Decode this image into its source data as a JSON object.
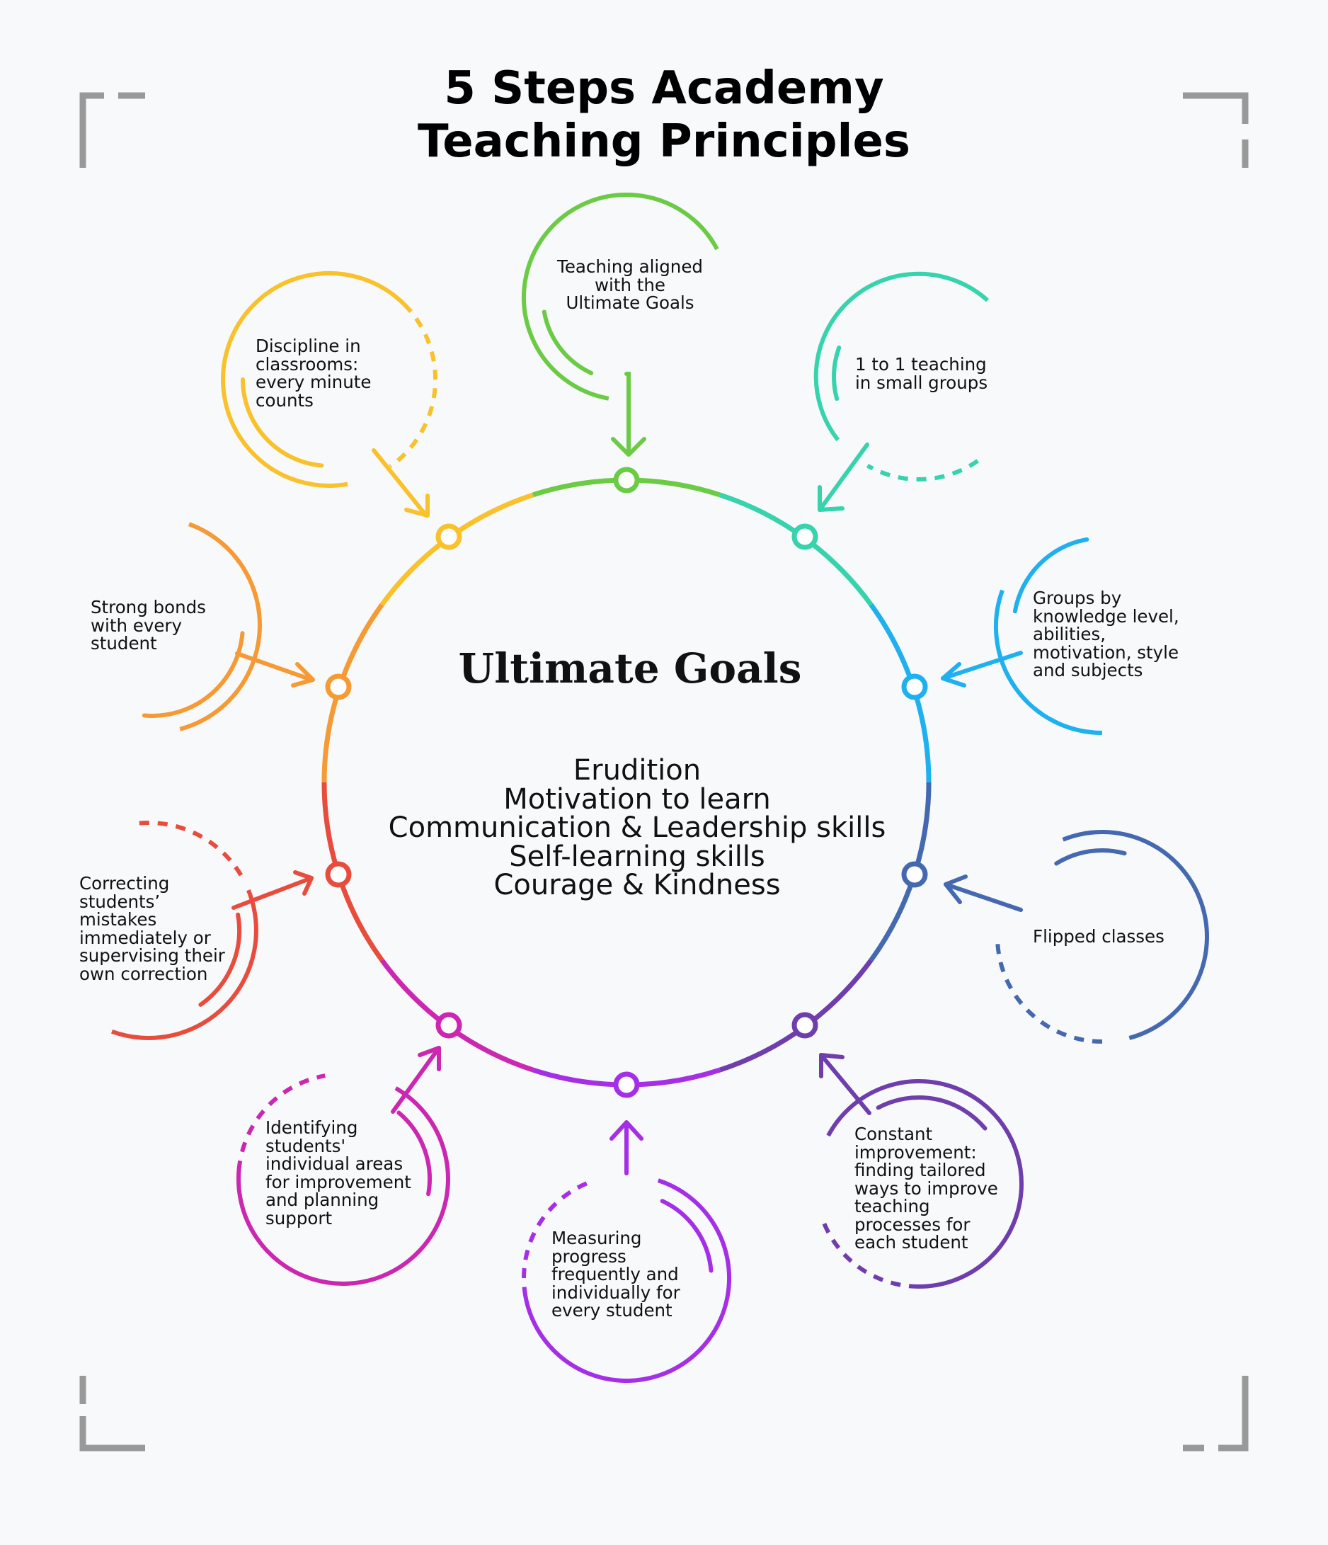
{
  "title": {
    "line1": "5 Steps Academy",
    "line2": "Teaching Principles"
  },
  "center": {
    "heading": "Ultimate Goals",
    "goals": [
      "Erudition",
      "Motivation to learn",
      "Communication & Leadership skills",
      "Self-learning skills",
      "Courage & Kindness"
    ]
  },
  "principles": [
    {
      "text": "Teaching aligned\nwith the\nUltimate Goals",
      "color": "#6ccb45"
    },
    {
      "text": "1 to 1 teaching\nin small groups",
      "color": "#36d3ad"
    },
    {
      "text": "Groups by\nknowledge level,\nabilities,\nmotivation, style\nand subjects",
      "color": "#1fb0f0"
    },
    {
      "text": "Flipped classes",
      "color": "#4569b1"
    },
    {
      "text": "Constant\nimprovement:\nfinding tailored\nways to improve\nteaching\nprocesses for\neach student",
      "color": "#6f3eac"
    },
    {
      "text": "Measuring\nprogress\nfrequently and\nindividually for\nevery student",
      "color": "#a52fe6"
    },
    {
      "text": "Identifying\nstudents'\nindividual areas\nfor improvement\nand planning\nsupport",
      "color": "#cc27b1"
    },
    {
      "text": "Correcting\nstudents’\nmistakes\nimmediately or\nsupervising their\nown correction",
      "color": "#e84c3d"
    },
    {
      "text": "Strong bonds\nwith every\nstudent",
      "color": "#f59a34"
    },
    {
      "text": "Discipline in\nclassrooms:\nevery minute\ncounts",
      "color": "#f9c12c"
    }
  ],
  "frame_color": "#999999"
}
